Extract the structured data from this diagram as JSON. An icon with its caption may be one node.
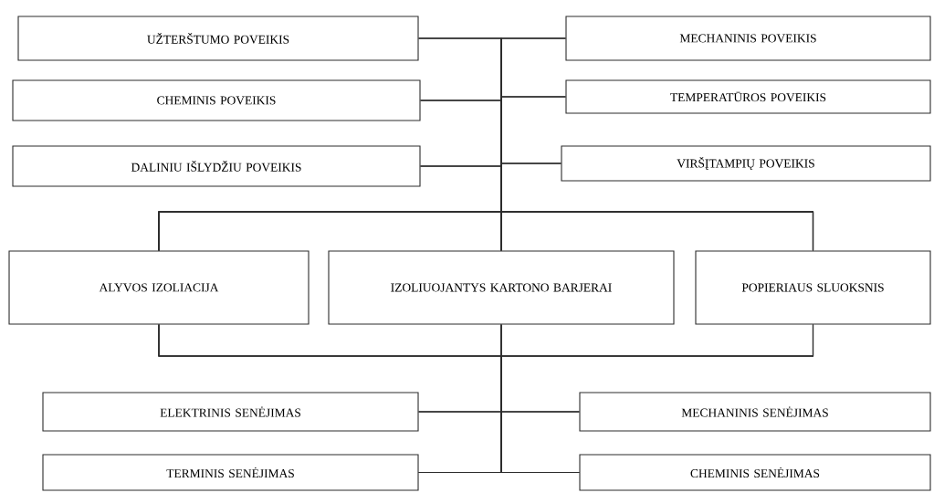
{
  "diagram": {
    "nodes": [
      {
        "text": [
          "UŽTERŠTUMO POVEIKIS"
        ]
      },
      {
        "text": [
          "MECHANINIS POVEIKIS"
        ]
      },
      {
        "text": [
          "CHEMINIS POVEIKIS"
        ]
      },
      {
        "text": [
          "TEMPERATŪROS POVEIKIS"
        ]
      },
      {
        "text": [
          "DALINIU IŠLYDŽIU POVEIKIS"
        ]
      },
      {
        "text": [
          "VIRŠĮTAMPIŲ POVEIKIS"
        ]
      },
      {
        "text": [
          "ALYVOS IZOLIACIJA"
        ]
      },
      {
        "text": [
          "IZOLIUOJANTYS KARTONO BARJERAI"
        ]
      },
      {
        "text": [
          "POPIERIAUS SLUOKSNIS"
        ]
      },
      {
        "text": [
          "ELEKTRINIS SENĖJIMAS"
        ]
      },
      {
        "text": [
          "MECHANINIS SENĖJIMAS"
        ]
      },
      {
        "text": [
          "TERMINIS SENĖJIMAS"
        ]
      },
      {
        "text": [
          "CHEMINIS SENĖJIMAS"
        ]
      }
    ],
    "edges": [
      {
        "from": 0,
        "to": 6,
        "arrow": "none"
      },
      {
        "from": 0,
        "to": 7,
        "arrow": "none"
      },
      {
        "from": 0,
        "to": 8,
        "arrow": "none"
      },
      {
        "from": 1,
        "to": 6,
        "arrow": "none"
      },
      {
        "from": 1,
        "to": 7,
        "arrow": "none"
      },
      {
        "from": 1,
        "to": 8,
        "arrow": "none"
      },
      {
        "from": 2,
        "to": 6,
        "arrow": "none"
      },
      {
        "from": 2,
        "to": 7,
        "arrow": "none"
      },
      {
        "from": 2,
        "to": 8,
        "arrow": "none"
      },
      {
        "from": 3,
        "to": 6,
        "arrow": "none"
      },
      {
        "from": 3,
        "to": 7,
        "arrow": "none"
      },
      {
        "from": 3,
        "to": 8,
        "arrow": "none"
      },
      {
        "from": 4,
        "to": 6,
        "arrow": "none"
      },
      {
        "from": 4,
        "to": 7,
        "arrow": "none"
      },
      {
        "from": 4,
        "to": 8,
        "arrow": "none"
      },
      {
        "from": 5,
        "to": 6,
        "arrow": "none"
      },
      {
        "from": 5,
        "to": 7,
        "arrow": "none"
      },
      {
        "from": 5,
        "to": 8,
        "arrow": "none"
      },
      {
        "from": 6,
        "to": 9,
        "arrow": "none"
      },
      {
        "from": 6,
        "to": 10,
        "arrow": "none"
      },
      {
        "from": 6,
        "to": 11,
        "arrow": "none"
      },
      {
        "from": 6,
        "to": 12,
        "arrow": "none"
      },
      {
        "from": 7,
        "to": 9,
        "arrow": "none"
      },
      {
        "from": 7,
        "to": 10,
        "arrow": "none"
      },
      {
        "from": 7,
        "to": 11,
        "arrow": "none"
      },
      {
        "from": 7,
        "to": 12,
        "arrow": "none"
      },
      {
        "from": 8,
        "to": 9,
        "arrow": "none"
      },
      {
        "from": 8,
        "to": 10,
        "arrow": "none"
      },
      {
        "from": 8,
        "to": 11,
        "arrow": "none"
      },
      {
        "from": 8,
        "to": 12,
        "arrow": "none"
      }
    ]
  }
}
